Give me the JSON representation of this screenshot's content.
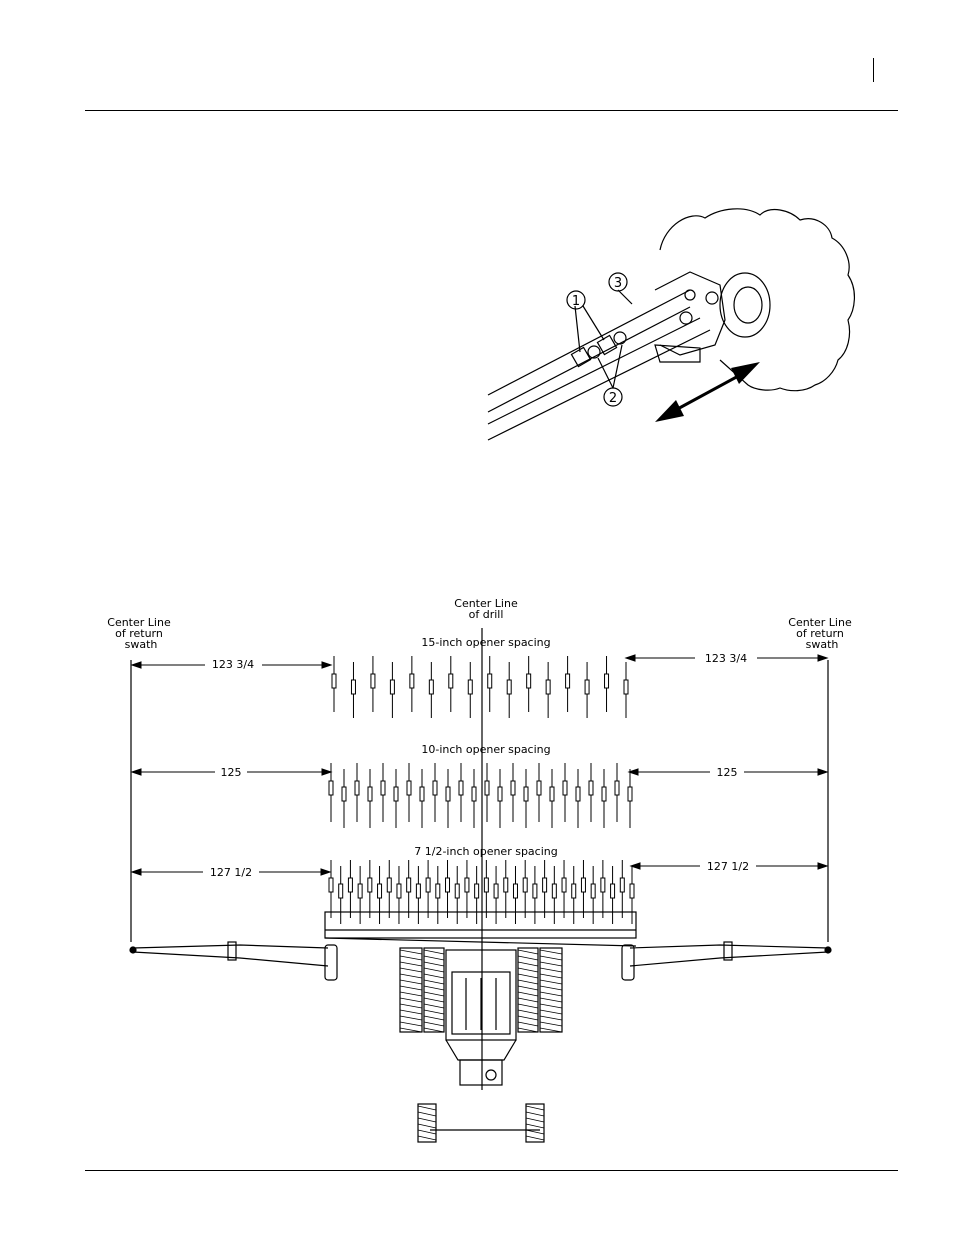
{
  "callouts": {
    "c1": "1",
    "c2": "2",
    "c3": "3"
  },
  "diagram": {
    "cl_left": [
      "Center Line",
      "of return",
      "swath"
    ],
    "cl_center": [
      "Center Line",
      "of drill"
    ],
    "cl_right": [
      "Center Line",
      "of return",
      "swath"
    ],
    "row1": {
      "title": "15-inch opener spacing",
      "dim_left": "123 3/4",
      "dim_right": "123 3/4",
      "openers": 16
    },
    "row2": {
      "title": "10-inch opener spacing",
      "dim_left": "125",
      "dim_right": "125",
      "openers": 24
    },
    "row3": {
      "title": "7 1/2-inch opener spacing",
      "dim_left": "127 1/2",
      "dim_right": "127 1/2",
      "openers": 32
    }
  }
}
